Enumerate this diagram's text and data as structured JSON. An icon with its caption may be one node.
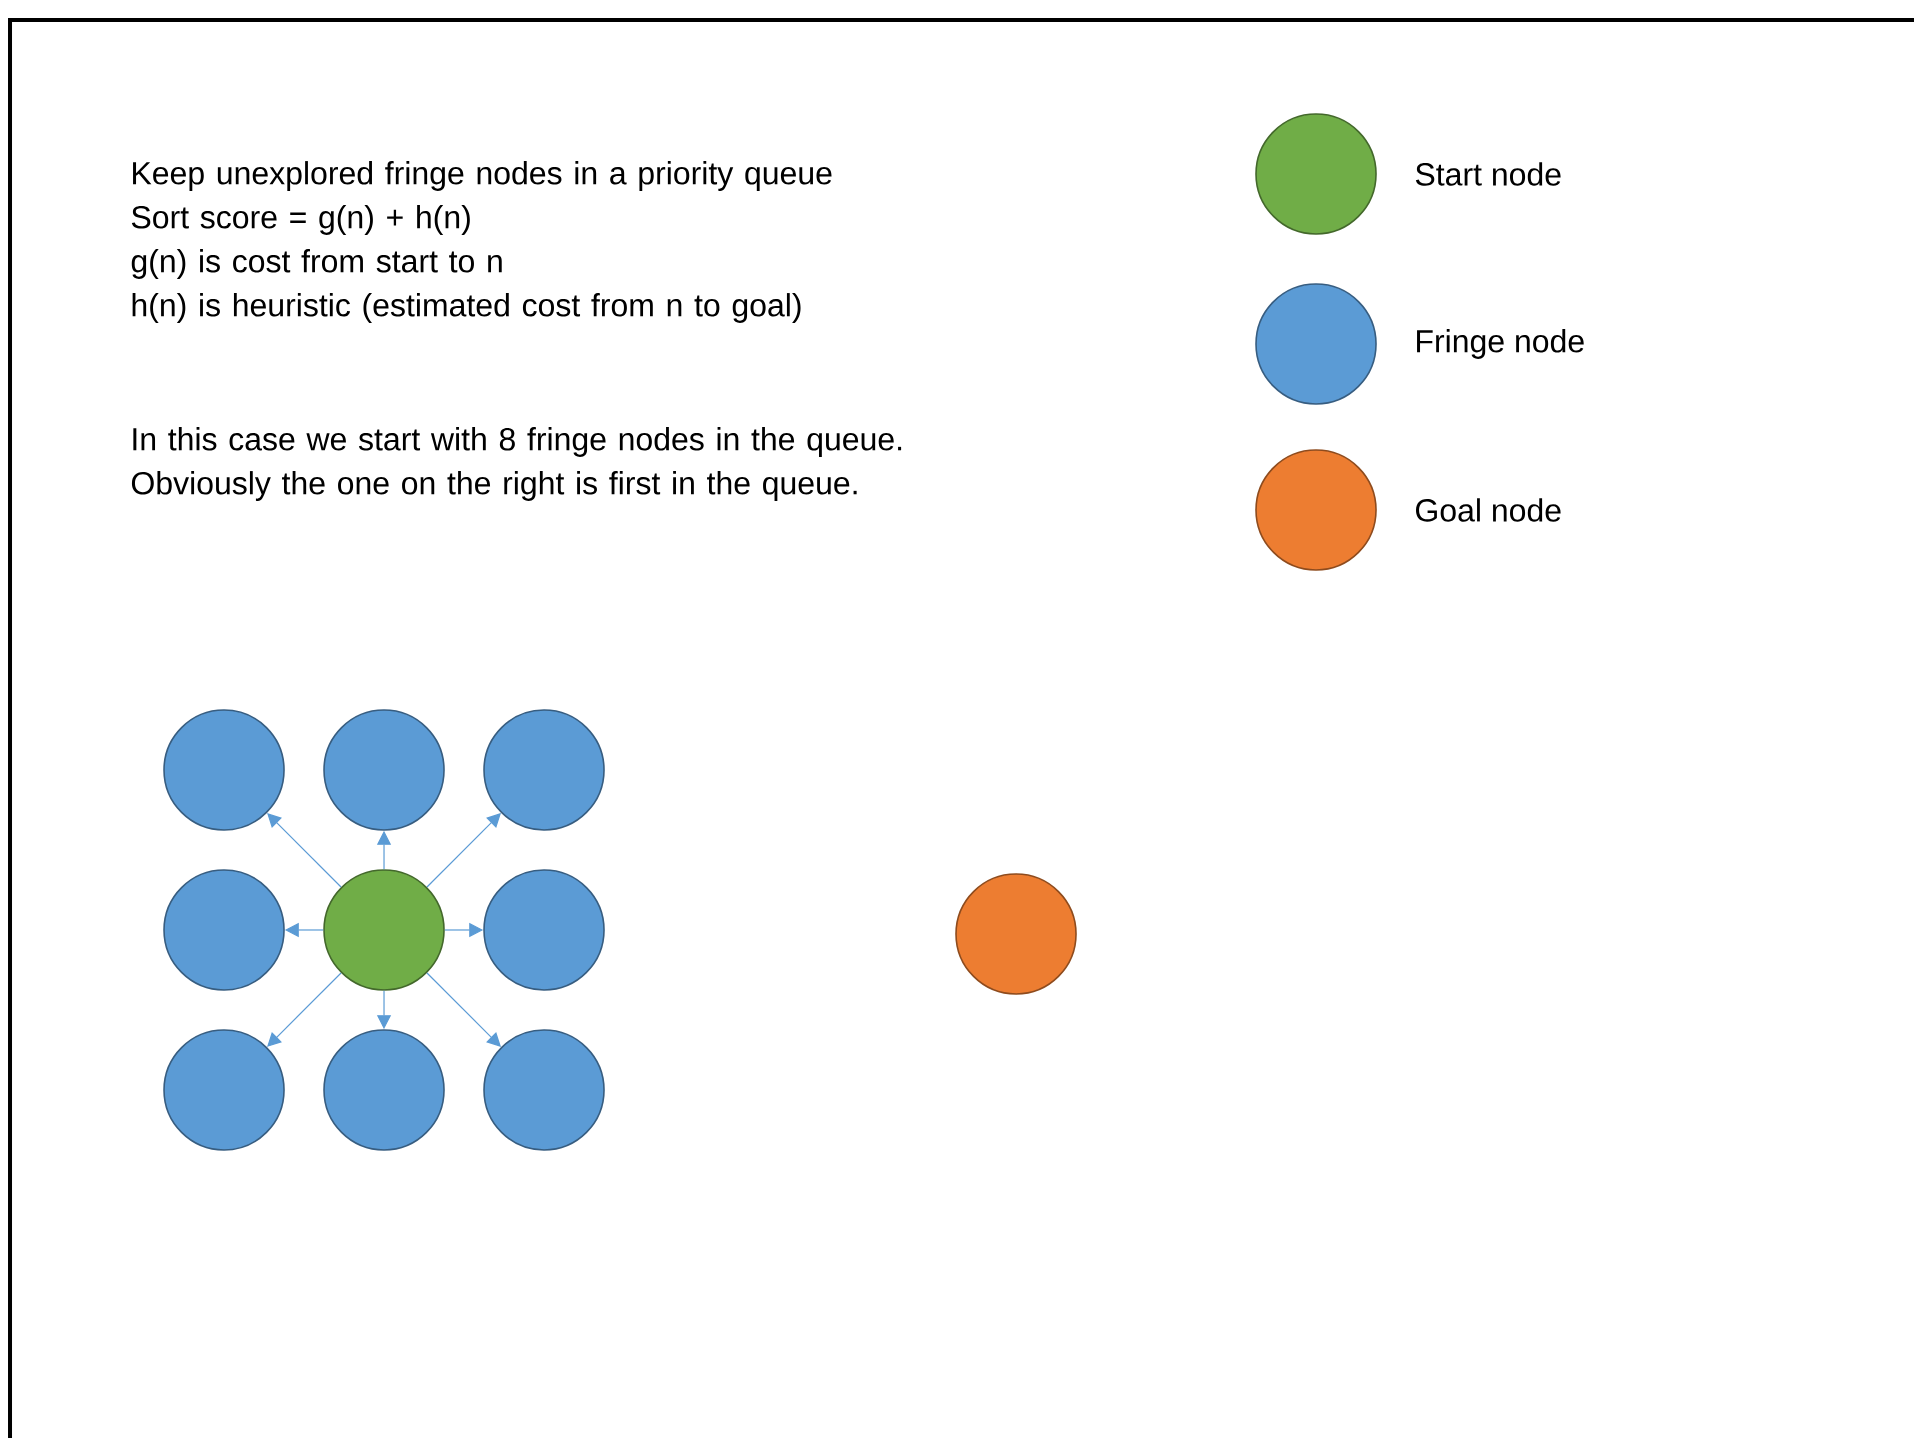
{
  "diagram": {
    "nodes": [
      {
        "text": [],
        "shape": "circle"
      },
      {
        "text": [],
        "shape": "circle"
      },
      {
        "text": [],
        "shape": "circle"
      },
      {
        "text": [],
        "shape": "circle"
      },
      {
        "text": [],
        "shape": "circle"
      },
      {
        "text": [],
        "shape": "circle"
      },
      {
        "text": [],
        "shape": "circle"
      },
      {
        "text": [],
        "shape": "circle"
      },
      {
        "text": [],
        "shape": "circle"
      },
      {
        "text": [],
        "shape": "circle"
      }
    ],
    "edges": [
      {
        "from": 4,
        "to": 0,
        "arrow": "to"
      },
      {
        "from": 4,
        "to": 1,
        "arrow": "to"
      },
      {
        "from": 4,
        "to": 2,
        "arrow": "to"
      },
      {
        "from": 4,
        "to": 3,
        "arrow": "to"
      },
      {
        "from": 4,
        "to": 5,
        "arrow": "to"
      },
      {
        "from": 4,
        "to": 6,
        "arrow": "to"
      },
      {
        "from": 4,
        "to": 7,
        "arrow": "to"
      },
      {
        "from": 4,
        "to": 8,
        "arrow": "to"
      }
    ],
    "labels": [
      "Keep unexplored fringe nodes in a priority queue",
      "Sort score = g(n) + h(n)",
      "g(n) is cost from start to n",
      "h(n) is heuristic (estimated cost from n to goal)",
      "In this case we start with 8 fringe nodes in the queue. Obviously the one on the right is first in the queue."
    ],
    "legend": [
      {
        "text": "Start node",
        "color": "#70ad47"
      },
      {
        "text": "Fringe node",
        "color": "#5b9bd5"
      },
      {
        "text": "Goal node",
        "color": "#ed7d31"
      }
    ]
  }
}
